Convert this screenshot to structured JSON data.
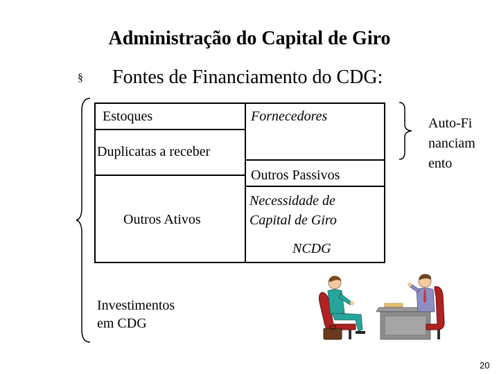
{
  "slide": {
    "title": "Administração do Capital de Giro",
    "bullet_symbol": "§",
    "subtitle": "Fontes de Financiamento do CDG:",
    "page_number": "20"
  },
  "balance": {
    "left": {
      "estoques": "Estoques",
      "duplicatas": "Duplicatas a receber",
      "outros_ativos": "Outros Ativos"
    },
    "right": {
      "fornecedores": "Fornecedores",
      "outros_passivos": "Outros Passivos",
      "ncdg_line1": "Necessidade de",
      "ncdg_line2": "Capital de Giro",
      "ncdg_abbr": "NCDG"
    }
  },
  "annotations": {
    "auto_financiamento": "Auto-Financiamento",
    "investimentos_line1": "Investimentos",
    "investimentos_line2": "em CDG"
  },
  "clipart": {
    "icon": "business-meeting-icon"
  }
}
